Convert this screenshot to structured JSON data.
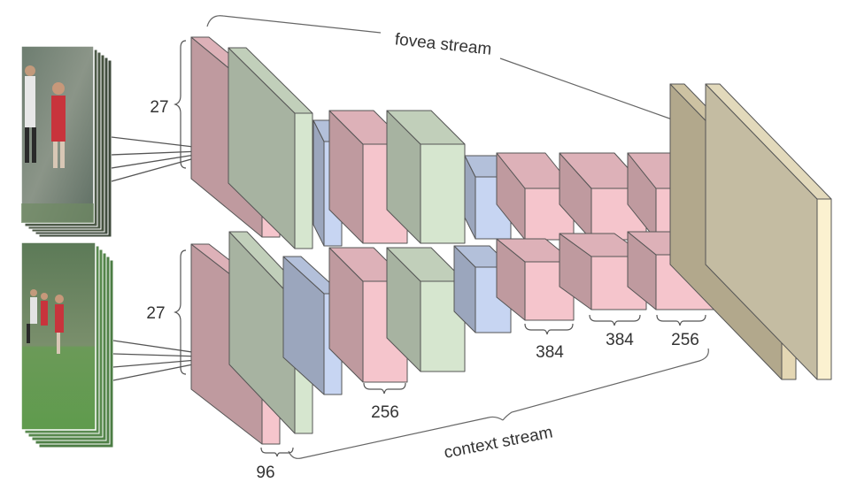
{
  "labels": {
    "fovea_stream": "fovea stream",
    "context_stream": "context stream",
    "input_size_top": "27",
    "input_size_bottom": "27",
    "dim_96": "96",
    "dim_256_context": "256",
    "dim_384_a": "384",
    "dim_384_b": "384",
    "dim_256_final": "256"
  },
  "colors": {
    "conv": "#f5c5cc",
    "norm": "#d6e6cf",
    "pool": "#c7d5f2",
    "fc": "#e4d7b4",
    "fc_light": "#fbf1d0",
    "line": "#555555"
  }
}
